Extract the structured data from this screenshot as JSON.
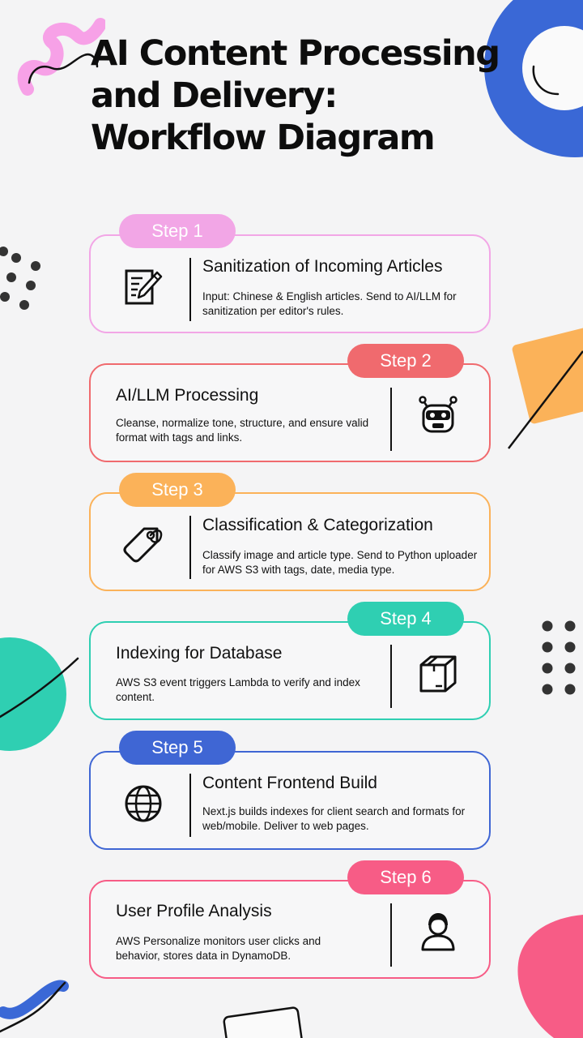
{
  "title": "AI Content Processing and Delivery: Workflow Diagram",
  "steps": [
    {
      "label": "Step 1",
      "heading": "Sanitization of Incoming Articles",
      "description": "Input: Chinese & English articles. Send to AI/LLM for sanitization per editor's rules.",
      "color": "#f2a6e6",
      "icon": "document-edit-icon"
    },
    {
      "label": "Step 2",
      "heading": "AI/LLM Processing",
      "description": "Cleanse, normalize tone, structure, and ensure valid format with tags and links.",
      "color": "#f06a6e",
      "icon": "robot-icon"
    },
    {
      "label": "Step 3",
      "heading": "Classification & Categorization",
      "description": "Classify image and article type. Send to Python uploader for AWS S3 with tags, date, media type.",
      "color": "#fbb259",
      "icon": "tag-icon"
    },
    {
      "label": "Step 4",
      "heading": "Indexing for Database",
      "description": "AWS S3 event triggers Lambda to verify and index content.",
      "color": "#2fcfb2",
      "icon": "package-box-icon"
    },
    {
      "label": "Step 5",
      "heading": "Content Frontend Build",
      "description": "Next.js builds indexes for client search and formats for web/mobile. Deliver to web pages.",
      "color": "#3f66d4",
      "icon": "globe-icon"
    },
    {
      "label": "Step 6",
      "heading": "User Profile Analysis",
      "description": "AWS Personalize monitors user clicks and behavior, stores data in DynamoDB.",
      "color": "#f75c86",
      "icon": "user-profile-icon"
    }
  ]
}
